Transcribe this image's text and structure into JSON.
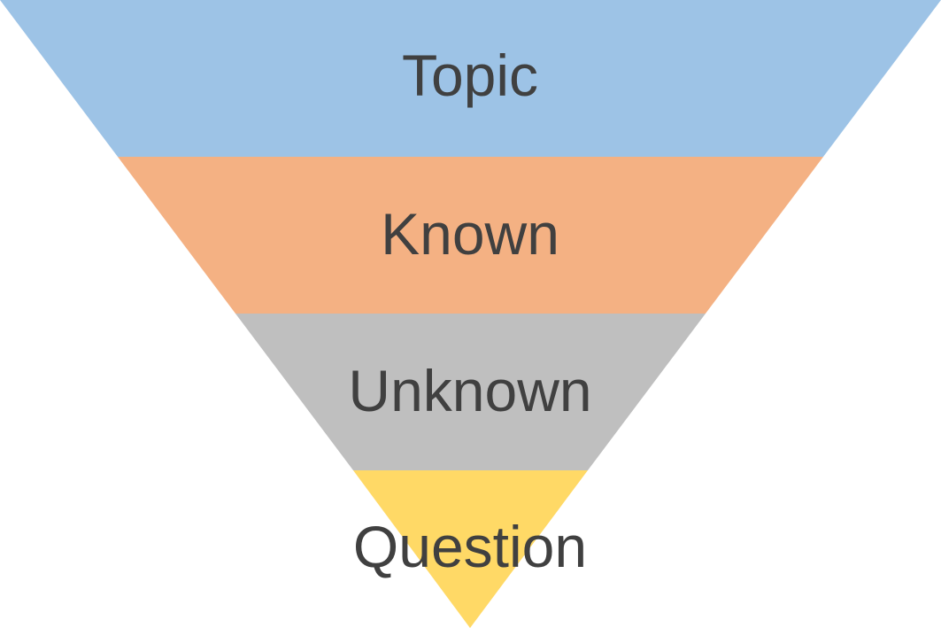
{
  "diagram": {
    "type": "inverted-funnel",
    "levels": [
      {
        "label": "Topic",
        "color": "#9dc3e6"
      },
      {
        "label": "Known",
        "color": "#f4b183"
      },
      {
        "label": "Unknown",
        "color": "#bfbfbf"
      },
      {
        "label": "Question",
        "color": "#ffd966"
      }
    ],
    "label_color": "#404040",
    "background": "#ffffff"
  }
}
